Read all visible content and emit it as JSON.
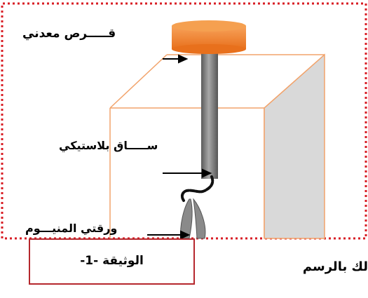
{
  "labels": {
    "metal_disk": "قـــــرص معدني",
    "plastic_rod": "ســـــاق بلاستيكي",
    "aluminium_leaves": "ورقتي المنيـــوم"
  },
  "document": {
    "caption": "الوثيقة -1-"
  },
  "cut_text": "لك بالرسم",
  "colors": {
    "frame_dots": "#d81e25",
    "box_edges": "#f2a36b",
    "box_face": "#d9d9d9",
    "disk": "#f37f2a",
    "disk_top": "#f7a25a",
    "rod": "#6f6f6f",
    "leaves": "#8a8a8a",
    "doc_border": "#b5272d"
  }
}
